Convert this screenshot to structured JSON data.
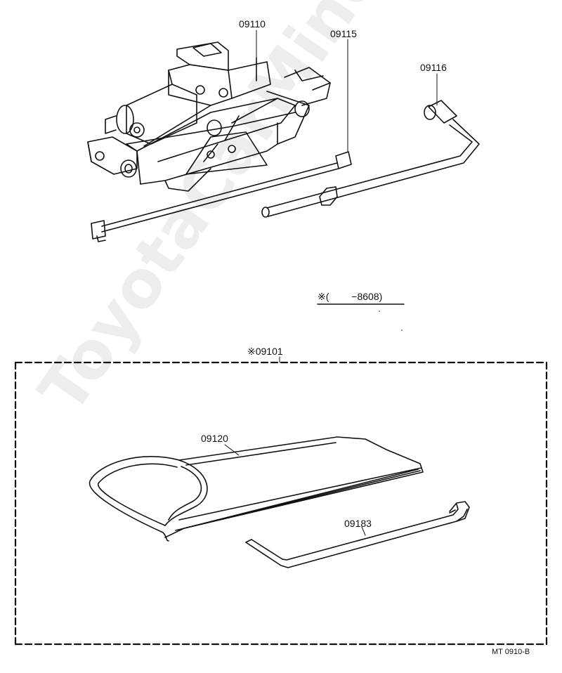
{
  "labels": {
    "jack": "09110",
    "jack_handle": "09115",
    "wheel_wrench": "09116",
    "date_note": "※(　　 −8608)",
    "set": "※09101",
    "tool_bag": "09120",
    "hook": "09183"
  },
  "figure_code": "MT  0910-B",
  "watermark": "ToyotaCarMine.ru"
}
